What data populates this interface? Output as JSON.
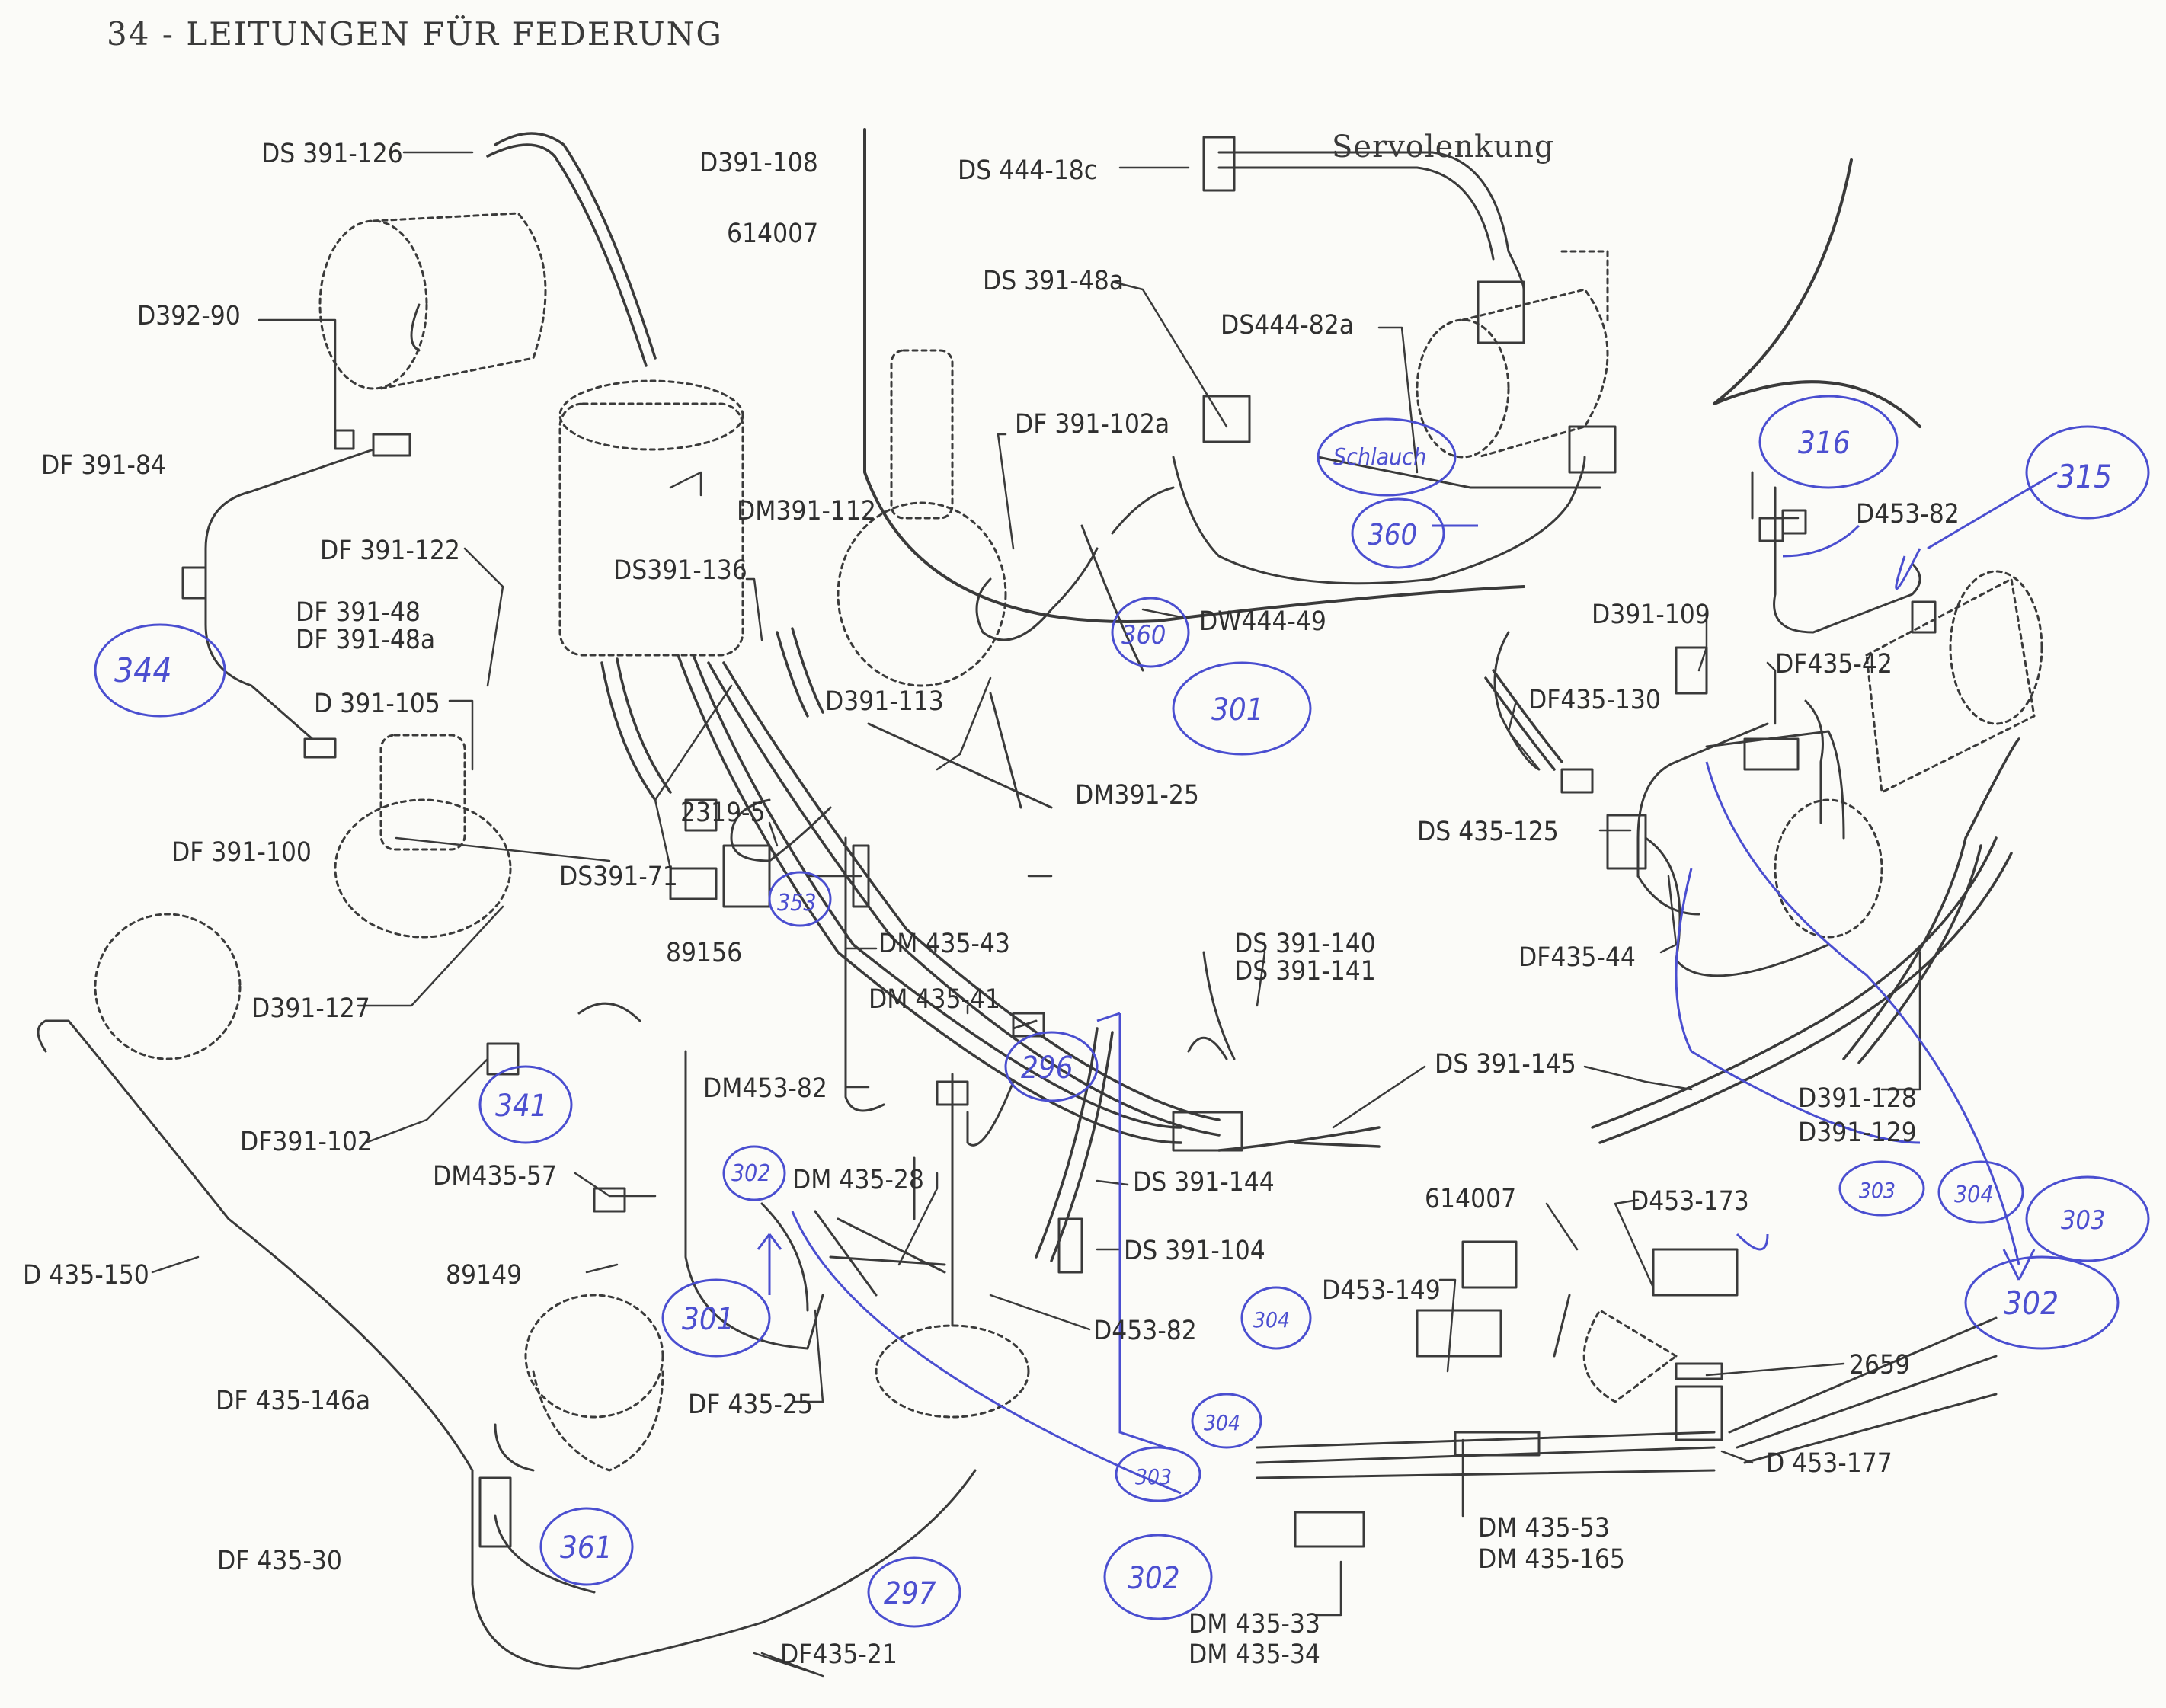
{
  "title": "34 - LEITUNGEN FÜR FEDERUNG",
  "section": "Servolenkung",
  "part_labels": [
    "DS 391-126",
    "D391-108",
    "614007",
    "D392-90",
    "DF 391-84",
    "DF 391-122",
    "DF 391-48",
    "DF 391-48a",
    "DS391-136",
    "DM391-112",
    "D 391-105",
    "DF 391-100",
    "2319-5",
    "DS391-71",
    "89156",
    "D391-127",
    "DF391-102",
    "DM435-57",
    "89149",
    "D 435-150",
    "DF 435-146a",
    "DF 435-30",
    "DF 435-25",
    "DF435-21",
    "DM 435-43",
    "DM 435-41",
    "DM453-82",
    "DM 435-28",
    "DS 391-144",
    "DS 391-104",
    "D453-82",
    "DM391-25",
    "D391-113",
    "DS 391-140",
    "DS 391-141",
    "DS 391-145",
    "DS 444-18c",
    "DS 391-48a",
    "DS444-82a",
    "DF 391-102a",
    "DW444-49",
    "D453-82",
    "D391-109",
    "DF435-130",
    "DF435-42",
    "DS 435-125",
    "DF435-44",
    "D391-128",
    "D391-129",
    "614007",
    "D453-173",
    "D453-149",
    "2659",
    "D 453-177",
    "DM 435-53",
    "DM 435-165",
    "DM 435-33",
    "DM 435-34"
  ],
  "handwritten": [
    "344",
    "341",
    "302",
    "301",
    "361",
    "297",
    "296",
    "353",
    "Schlauch",
    "360",
    "360",
    "301",
    "316",
    "315",
    "304",
    "304",
    "303",
    "302",
    "303",
    "304",
    "303",
    "302"
  ]
}
